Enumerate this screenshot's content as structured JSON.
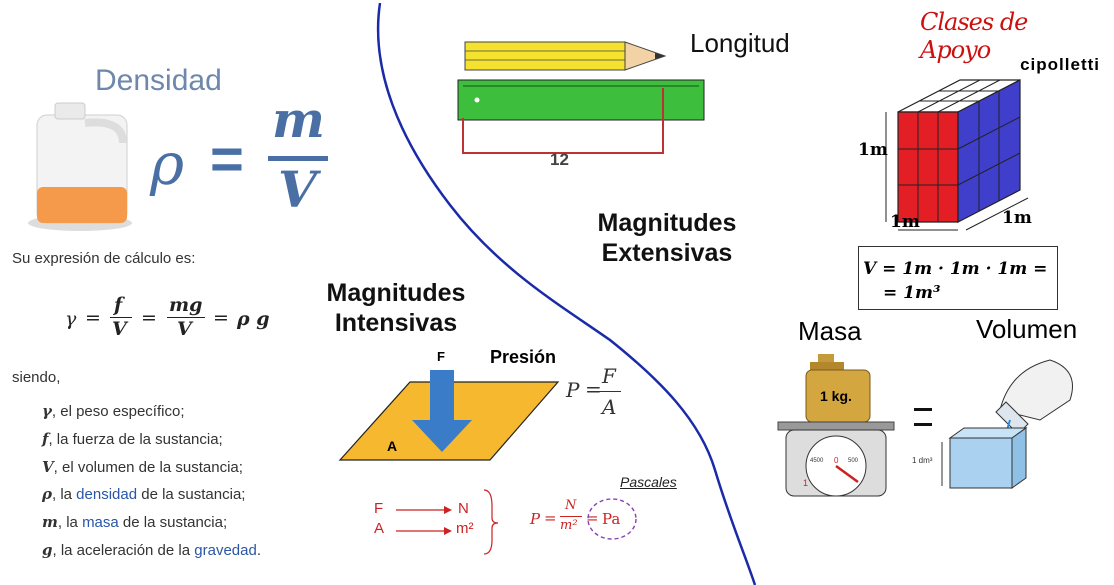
{
  "brand": {
    "script": "Clases de Apoyo",
    "city": "cipolletti"
  },
  "density": {
    "title": "Densidad",
    "formula": {
      "rho": "ρ",
      "eq": "=",
      "num": "m",
      "den": "V"
    },
    "expression_intro": "Su expresión de cálculo es:",
    "gamma_formula": {
      "g": "γ",
      "eq": "=",
      "f": "f",
      "V": "V",
      "mg": "mg",
      "eq2": "=",
      "eq3": "=",
      "rhog": "ρ g"
    },
    "siendo": "siendo,",
    "defs": [
      {
        "sym": "γ",
        "a": ", el peso específico;",
        "link": "",
        "b": ""
      },
      {
        "sym": "f",
        "a": ", la fuerza de la sustancia;",
        "link": "",
        "b": ""
      },
      {
        "sym": "V",
        "a": ", el volumen de la sustancia;",
        "link": "",
        "b": ""
      },
      {
        "sym": "ρ",
        "a": ", la ",
        "link": "densidad",
        "b": " de la sustancia;"
      },
      {
        "sym": "m",
        "a": ", la ",
        "link": "masa",
        "b": " de la sustancia;"
      },
      {
        "sym": "g",
        "a": ", la aceleración de la ",
        "link": "gravedad",
        "b": "."
      }
    ]
  },
  "intensivas": {
    "line1": "Magnitudes",
    "line2": "Intensivas"
  },
  "extensivas": {
    "line1": "Magnitudes",
    "line2": "Extensivas"
  },
  "presion": {
    "F": "F",
    "A": "A",
    "title": "Presión",
    "formula": {
      "P": "P",
      "eq": "=",
      "F": "F",
      "A": "A"
    },
    "units": {
      "F": "F",
      "A": "A",
      "N": "N",
      "m2": "m²",
      "P": "P",
      "eq": "=",
      "fN": "N",
      "fm2": "m²",
      "eq2": "=",
      "Pa": "Pa",
      "pascales": "Pascales"
    }
  },
  "longitud": {
    "label": "Longitud",
    "measure": "12"
  },
  "cube": {
    "left": "1m",
    "bottom_left": "1m",
    "bottom_right": "1m",
    "volume_line1": "V = 1m · 1m · 1m =",
    "volume_line2": "= 1m³"
  },
  "masa": {
    "label": "Masa",
    "weight": "1 kg.",
    "scale_numbers": [
      "4500",
      "0",
      "500",
      "1"
    ]
  },
  "volumen": {
    "label": "Volumen",
    "dm3": "1 dm³"
  },
  "colors": {
    "density_blue": "#4a6fa5",
    "header_blue": "#6d87ad",
    "curve_blue": "#1a2aa8",
    "red": "#cc2222",
    "plate_yellow": "#f5b82e",
    "arrow_blue": "#3a7cc8",
    "link_blue": "#2a56a8",
    "ruler_green": "#3dbf3d"
  }
}
